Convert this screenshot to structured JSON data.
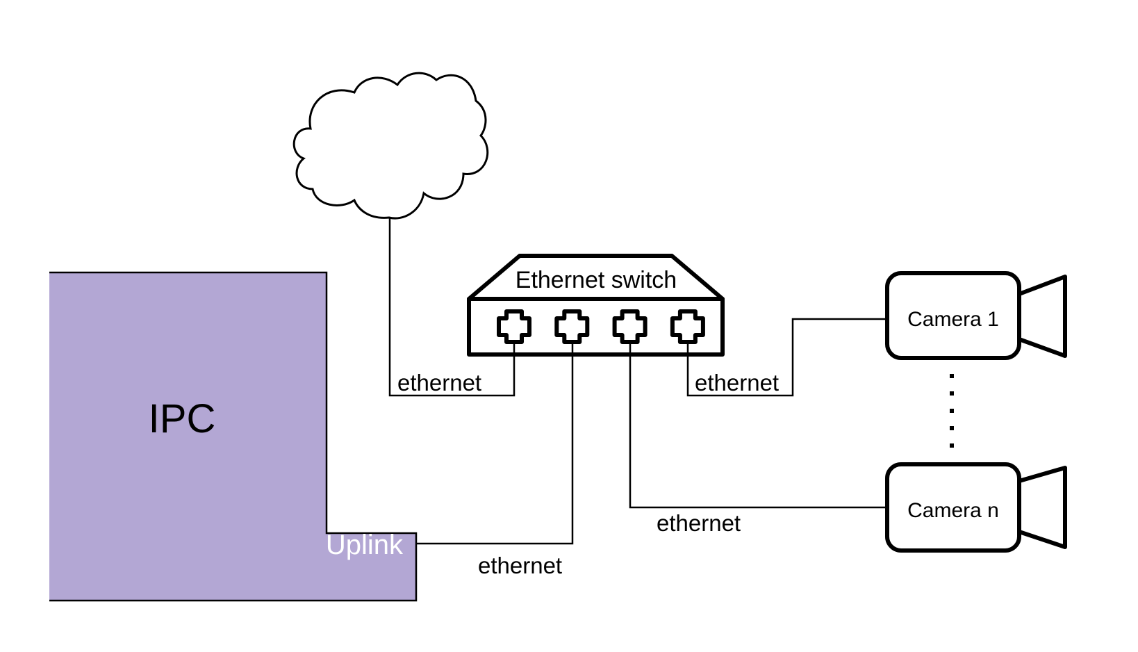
{
  "diagram": {
    "title": "Network topology",
    "nodes": {
      "internet": {
        "label": "",
        "shape": "cloud-icon"
      },
      "ipc": {
        "label": "IPC",
        "port_label": "Uplink",
        "fill": "#b3a7d4",
        "port_label_color": "#ffffff"
      },
      "switch": {
        "label": "Ethernet switch",
        "port_count": 4
      },
      "camera_1": {
        "label": "Camera 1"
      },
      "camera_n": {
        "label": "Camera n"
      },
      "ellipsis": {
        "dots": 5
      }
    },
    "links": [
      {
        "from": "internet",
        "to": "switch port 1",
        "label": "ethernet"
      },
      {
        "from": "ipc uplink",
        "to": "switch port 2",
        "label": "ethernet"
      },
      {
        "from": "switch port 3",
        "to": "camera_n",
        "label": "ethernet"
      },
      {
        "from": "switch port 4",
        "to": "camera_1",
        "label": "ethernet"
      }
    ]
  }
}
